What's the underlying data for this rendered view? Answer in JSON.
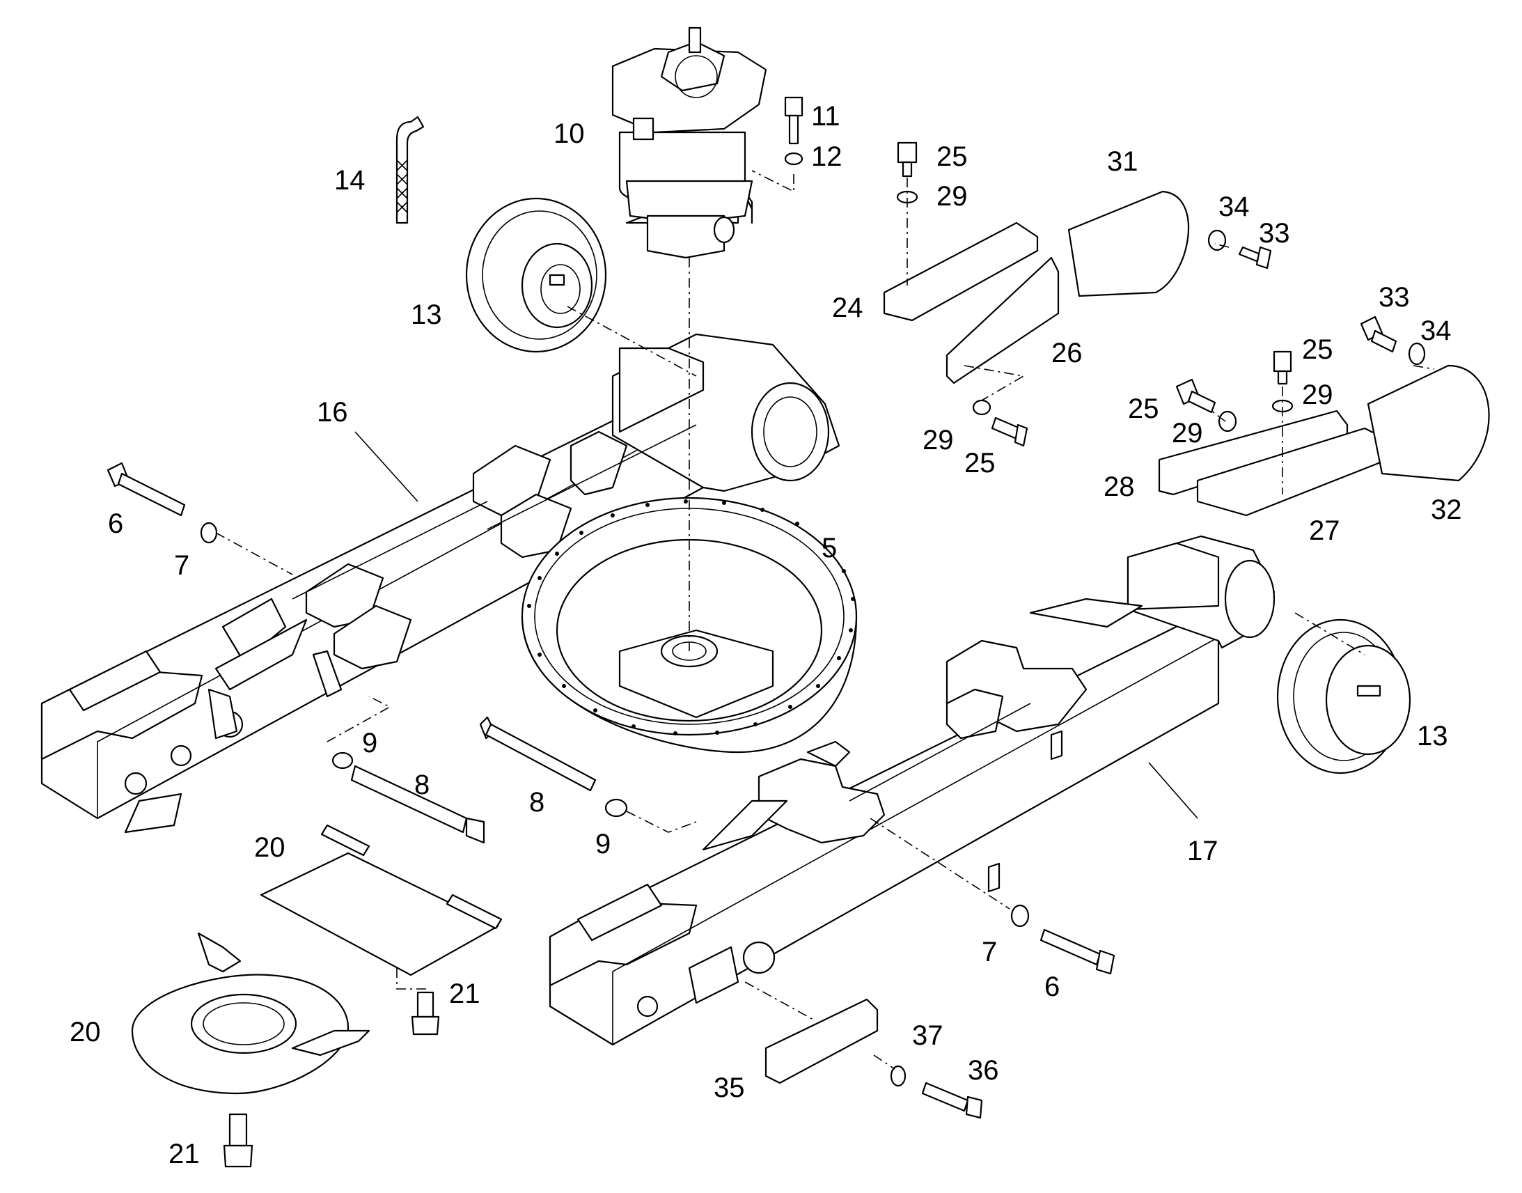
{
  "labels": {
    "l5": "5",
    "l6": "6",
    "l7": "7",
    "l8": "8",
    "l9": "9",
    "l10": "10",
    "l11": "11",
    "l12": "12",
    "l13": "13",
    "l14": "14",
    "l16": "16",
    "l17": "17",
    "l20": "20",
    "l21": "21",
    "l24": "24",
    "l25": "25",
    "l26": "26",
    "l27": "27",
    "l28": "28",
    "l29": "29",
    "l31": "31",
    "l32": "32",
    "l33": "33",
    "l34": "34",
    "l35": "35",
    "l36": "36",
    "l37": "37"
  }
}
